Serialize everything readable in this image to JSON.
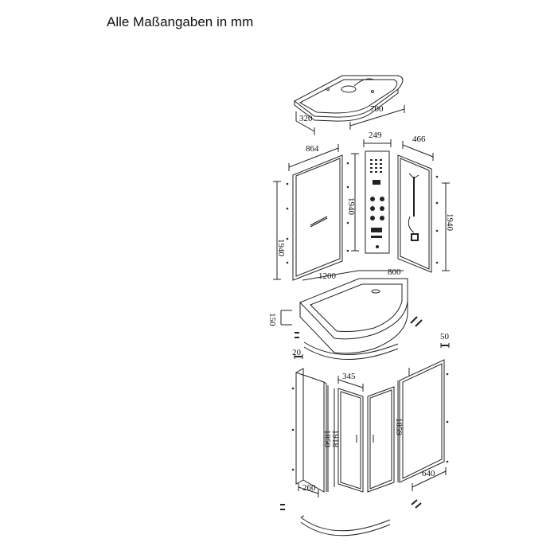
{
  "title": "Alle Maßangaben in mm",
  "dimensions": {
    "roof_depth": "320",
    "roof_width": "700",
    "glass_panel_width": "864",
    "glass_panel_height": "1940",
    "column_width": "249",
    "column_height": "1940",
    "back_panel_width": "466",
    "back_panel_height": "1940",
    "tray_width": "1200",
    "tray_depth": "800",
    "tray_height": "150",
    "profile_left": "20",
    "profile_right": "50",
    "door_width": "345",
    "door_height_1": "1918",
    "door_height_2": "1850",
    "side_height": "1859",
    "fixed_left_width": "260",
    "fixed_right_width": "640"
  }
}
